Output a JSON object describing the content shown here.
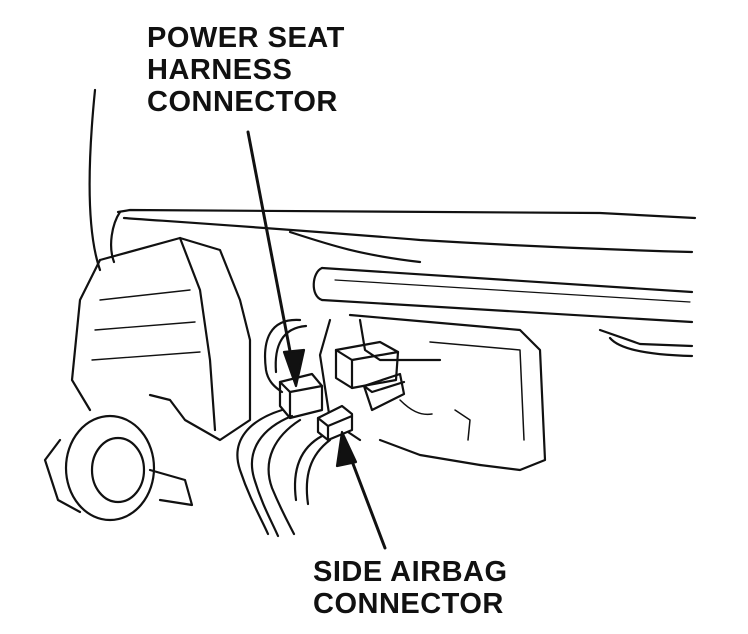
{
  "labels": {
    "power_seat": {
      "line1": "POWER SEAT",
      "line2": "HARNESS",
      "line3": "CONNECTOR"
    },
    "side_airbag": {
      "line1": "SIDE AIRBAG",
      "line2": "CONNECTOR"
    }
  },
  "colors": {
    "ink": "#111111",
    "paper": "#ffffff"
  }
}
